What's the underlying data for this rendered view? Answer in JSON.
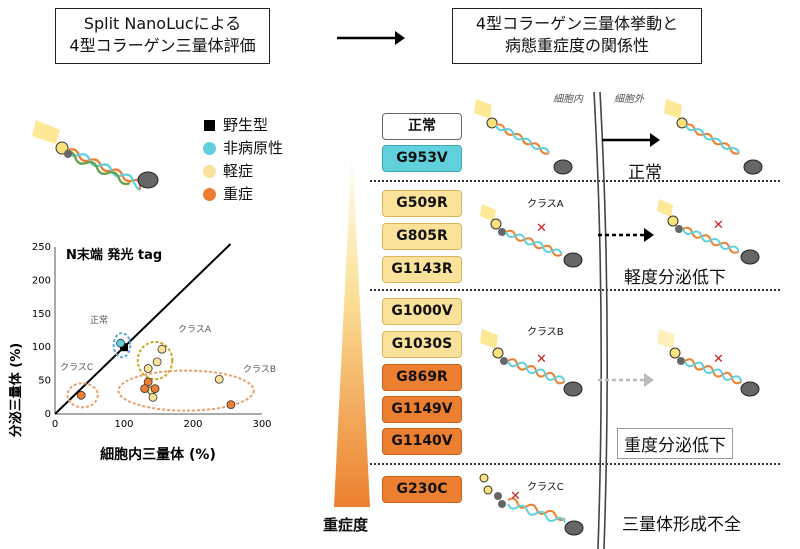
{
  "header": {
    "left_title_line1": "Split NanoLucによる",
    "left_title_line2": "4型コラーゲン三量体評価",
    "right_title_line1": "4型コラーゲン三量体挙動と",
    "right_title_line2": "病態重症度の関係性"
  },
  "legend": {
    "items": [
      {
        "label": "野生型",
        "color": "#000000",
        "shape": "square"
      },
      {
        "label": "非病原性",
        "color": "#5fd0dc",
        "shape": "circle"
      },
      {
        "label": "軽症",
        "color": "#fbe29a",
        "shape": "circle"
      },
      {
        "label": "重症",
        "color": "#ec7f2f",
        "shape": "circle"
      }
    ]
  },
  "chart_data": {
    "type": "scatter",
    "title": "N末端 発光 tag",
    "xlabel": "細胞内三量体 (%)",
    "ylabel": "分泌三量体 (%)",
    "xlim": [
      0,
      300
    ],
    "ylim": [
      0,
      250
    ],
    "xticks": [
      "0",
      "100",
      "200",
      "300"
    ],
    "yticks": [
      "0",
      "50",
      "100",
      "150",
      "200",
      "250"
    ],
    "diagonal": "y = x",
    "series": [
      {
        "name": "野生型",
        "color": "#000000",
        "points": [
          [
            100,
            100
          ]
        ]
      },
      {
        "name": "非病原性",
        "color": "#5fd0dc",
        "points": [
          [
            95,
            106
          ]
        ]
      },
      {
        "name": "軽症",
        "color": "#fbe29a",
        "points": [
          [
            155,
            97
          ],
          [
            148,
            78
          ],
          [
            135,
            68
          ],
          [
            140,
            35
          ],
          [
            142,
            25
          ],
          [
            238,
            52
          ]
        ]
      },
      {
        "name": "重症",
        "color": "#ec7f2f",
        "points": [
          [
            38,
            28
          ],
          [
            135,
            48
          ],
          [
            130,
            38
          ],
          [
            145,
            38
          ],
          [
            255,
            14
          ]
        ]
      }
    ],
    "groups": [
      {
        "label": "正常"
      },
      {
        "label": "クラスA"
      },
      {
        "label": "クラスB"
      },
      {
        "label": "クラスC"
      }
    ]
  },
  "variants": {
    "normal": "正常",
    "g953v": "G953V",
    "classA": [
      "G509R",
      "G805R",
      "G1143R"
    ],
    "classB_mild": [
      "G1000V",
      "G1030S"
    ],
    "classB_severe": [
      "G869R",
      "G1149V",
      "G1140V"
    ],
    "classC": "G230C"
  },
  "membrane": {
    "inside": "細胞内",
    "outside": "細胞外"
  },
  "outcomes": {
    "normal": "正常",
    "mild": "軽度分泌低下",
    "severe": "重度分泌低下",
    "none": "三量体形成不全"
  },
  "class_labels": {
    "a": "クラスA",
    "b": "クラスB",
    "c": "クラスC"
  },
  "severity_label": "重症度"
}
